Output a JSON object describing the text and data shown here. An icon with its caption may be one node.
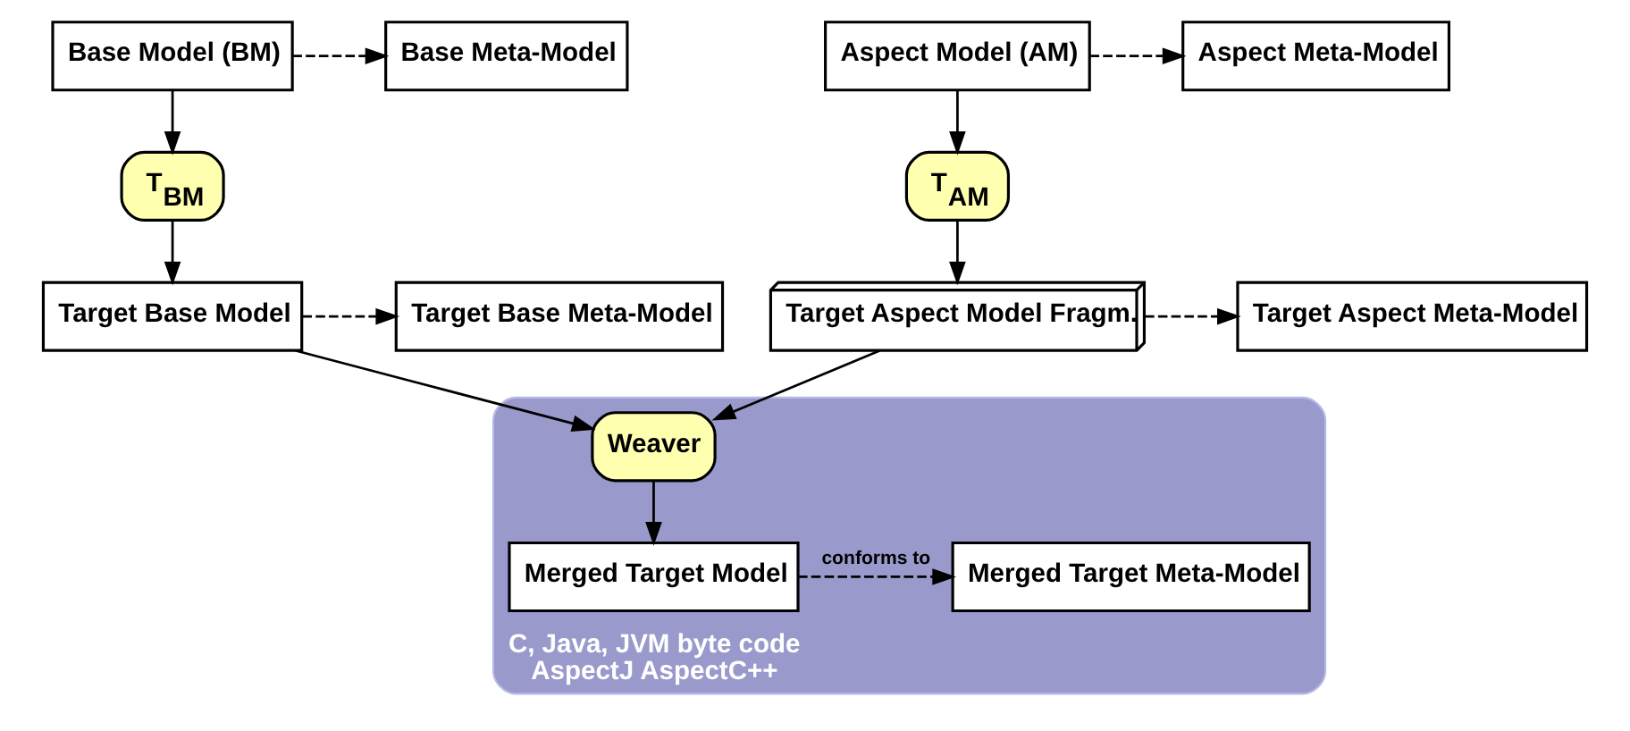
{
  "diagram": {
    "nodes": [
      {
        "text": [
          "Base Meta-Model"
        ]
      },
      {
        "text": [
          "Base Model (BM)"
        ]
      },
      {
        "text": [
          "Aspect Model (AM)"
        ]
      },
      {
        "text": [
          "Aspect Meta-Model"
        ]
      },
      {
        "text": [
          "T$_{BM}$"
        ]
      },
      {
        "text": [
          "T$_{AM}$"
        ]
      },
      {
        "text": [
          "Target Base Meta-Model"
        ]
      },
      {
        "text": [
          "Target Base Model"
        ]
      },
      {
        "text": [
          "Target Aspect Model Fragm."
        ]
      },
      {
        "text": [
          "Target Aspect Meta-Model"
        ]
      },
      {
        "text": [
          "C, Java, JVM byte code",
          "AspectJ AspectC++"
        ]
      },
      {
        "text": [
          "Weaver"
        ],
        "in": 10
      },
      {
        "text": [
          "Merged Target Meta-Model"
        ],
        "in": 10
      },
      {
        "text": [
          "Merged Target Model"
        ],
        "in": 10
      }
    ],
    "edges": [
      {
        "from": 1,
        "to": 0,
        "arrow": "to",
        "style": "dashed"
      },
      {
        "from": 2,
        "to": 3,
        "arrow": "to",
        "style": "dashed"
      },
      {
        "from": 1,
        "to": 4,
        "arrow": "to"
      },
      {
        "from": 2,
        "to": 5,
        "arrow": "to"
      },
      {
        "from": 4,
        "to": 7,
        "arrow": "to"
      },
      {
        "from": 5,
        "to": 8,
        "arrow": "to"
      },
      {
        "from": 7,
        "to": 6,
        "arrow": "to",
        "style": "dashed"
      },
      {
        "from": 8,
        "to": 9,
        "arrow": "to",
        "style": "dashed"
      },
      {
        "from": 7,
        "to": 11,
        "arrow": "to"
      },
      {
        "from": 8,
        "to": 11,
        "arrow": "to"
      },
      {
        "from": 11,
        "to": 13,
        "arrow": "to"
      },
      {
        "from": 13,
        "to": 12,
        "arrow": "to",
        "style": "dashed",
        "label": "conforms to"
      }
    ]
  }
}
